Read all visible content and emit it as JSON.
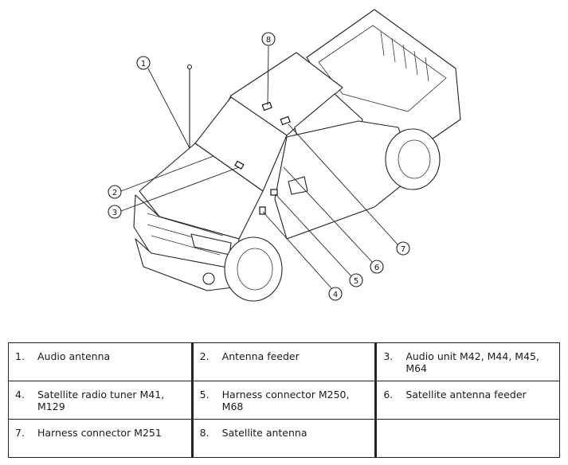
{
  "callout_labels": [
    "1",
    "2",
    "3",
    "4",
    "5",
    "6",
    "7",
    "8"
  ],
  "legend": [
    [
      {
        "num": "1.",
        "text": "Audio antenna"
      },
      {
        "num": "2.",
        "text": "Antenna feeder"
      },
      {
        "num": "3.",
        "text": "Audio unit M42, M44, M45, M64"
      }
    ],
    [
      {
        "num": "4.",
        "text": "Satellite radio tuner M41, M129"
      },
      {
        "num": "5.",
        "text": "Harness connector M250, M68"
      },
      {
        "num": "6.",
        "text": "Satellite antenna feeder"
      }
    ],
    [
      {
        "num": "7.",
        "text": "Harness connector M251"
      },
      {
        "num": "8.",
        "text": "Satellite antenna"
      },
      {
        "num": "",
        "text": ""
      }
    ]
  ]
}
